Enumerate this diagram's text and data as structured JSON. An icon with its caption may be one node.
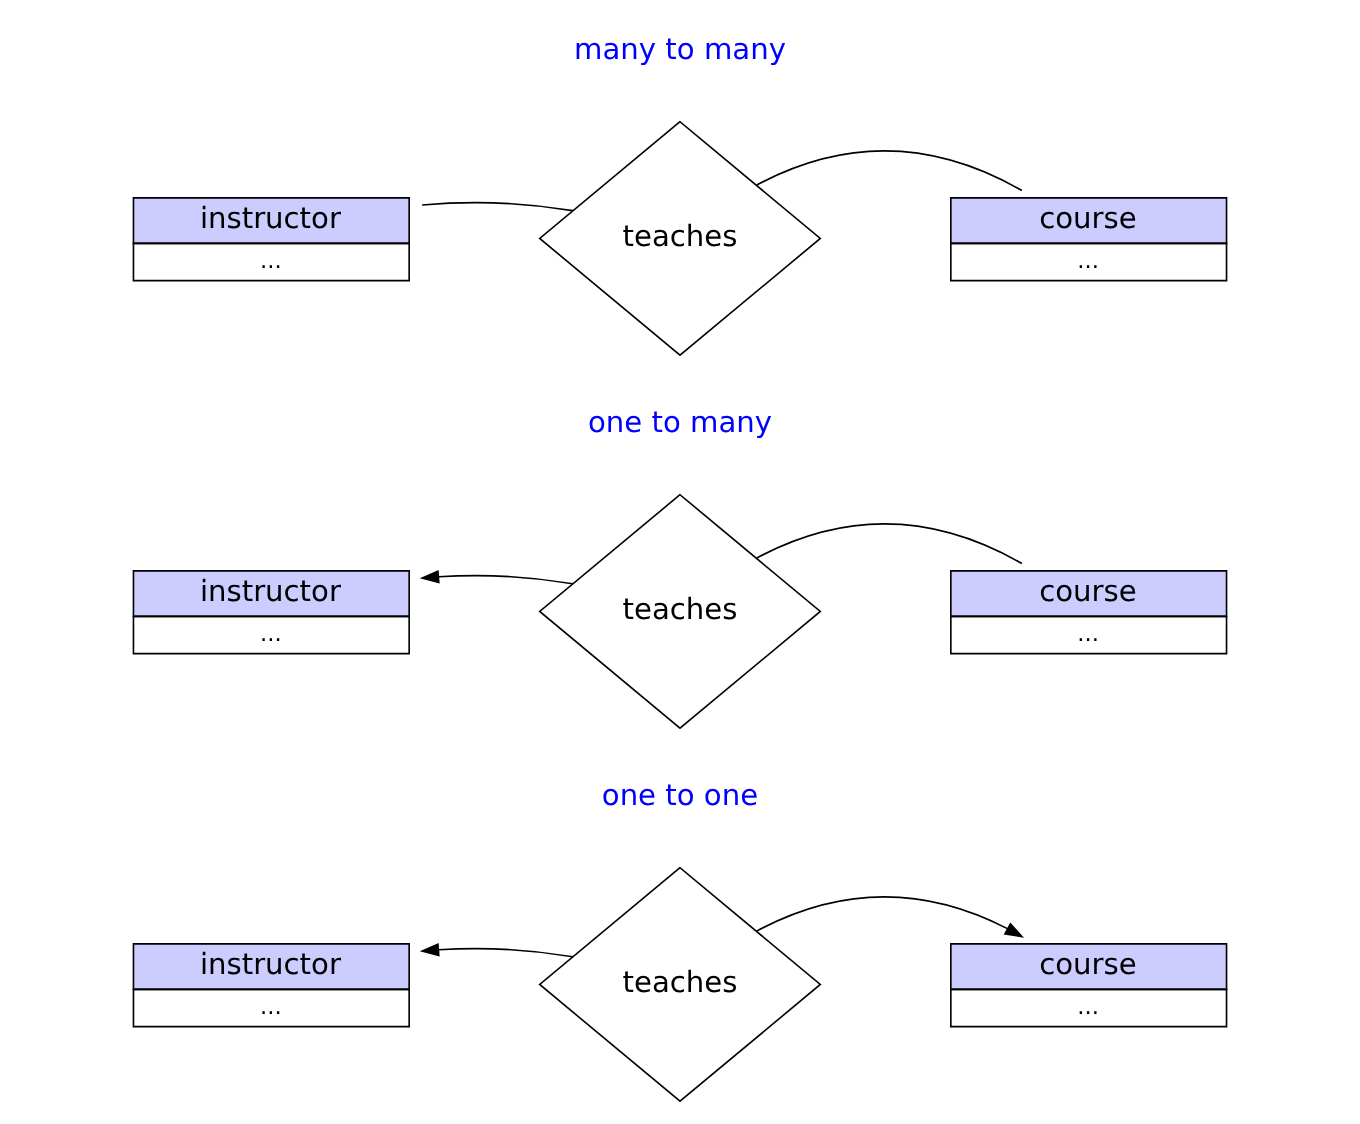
{
  "diagram": {
    "nodes": [
      {
        "text": [
          "instructor",
          "..."
        ]
      },
      {
        "text": [
          "teaches"
        ]
      },
      {
        "text": [
          "course",
          "..."
        ]
      },
      {
        "text": [
          "instructor",
          "..."
        ]
      },
      {
        "text": [
          "teaches"
        ]
      },
      {
        "text": [
          "course",
          "..."
        ]
      },
      {
        "text": [
          "instructor",
          "..."
        ]
      },
      {
        "text": [
          "teaches"
        ]
      },
      {
        "text": [
          "course",
          "..."
        ]
      }
    ],
    "edges": [
      {
        "from": 1,
        "to": 0,
        "arrow": "none"
      },
      {
        "from": 1,
        "to": 2,
        "arrow": "none"
      },
      {
        "from": 4,
        "to": 3,
        "arrow": "to"
      },
      {
        "from": 4,
        "to": 5,
        "arrow": "none"
      },
      {
        "from": 7,
        "to": 6,
        "arrow": "to"
      },
      {
        "from": 7,
        "to": 8,
        "arrow": "to"
      }
    ],
    "labels": [
      "many to many",
      "one to many",
      "one to one"
    ]
  }
}
